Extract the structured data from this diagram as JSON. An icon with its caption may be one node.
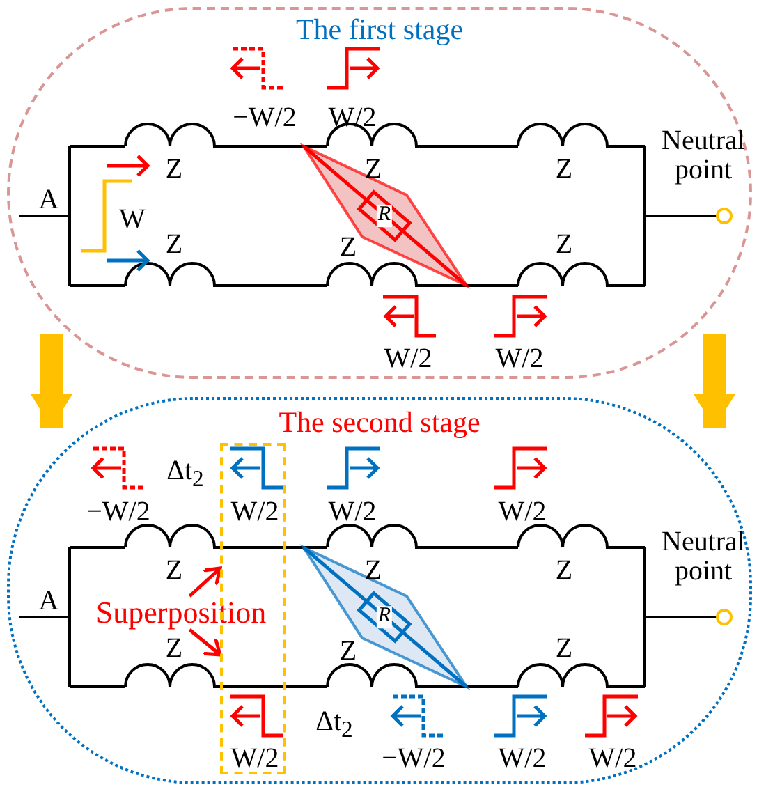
{
  "diagram": {
    "nodes": [
      {
        "text": [
          "The first stage"
        ]
      },
      {
        "text": [
          "The second stage"
        ]
      },
      {
        "text": [
          "Superposition"
        ],
        "in": 1
      },
      {
        "text": [],
        "shape": "box",
        "in": 1
      }
    ],
    "edges": [
      {
        "from": 0,
        "to": 1,
        "arrow": "to",
        "style": "thick",
        "color": "#ffc000"
      },
      {
        "from": 0,
        "to": 1,
        "arrow": "to",
        "style": "thick",
        "color": "#ffc000"
      },
      {
        "from": 2,
        "to": 3,
        "arrow": "to",
        "color": "#ff0000"
      },
      {
        "from": 2,
        "to": 3,
        "arrow": "to",
        "color": "#ff0000"
      }
    ],
    "labels": [
      "−W/2",
      "W/2",
      "Neutral point",
      "Z",
      "Z",
      "Z",
      "A",
      "R",
      "W",
      "Z",
      "Z",
      "Z",
      "W/2",
      "W/2",
      "Δt$_{2}$",
      "−W/2",
      "W/2",
      "W/2",
      "W/2",
      "Neutral point",
      "Z",
      "Z",
      "Z",
      "A",
      "R",
      "Z",
      "Z",
      "Z",
      "Δt$_{2}$",
      "W/2",
      "−W/2",
      "W/2",
      "W/2"
    ]
  }
}
